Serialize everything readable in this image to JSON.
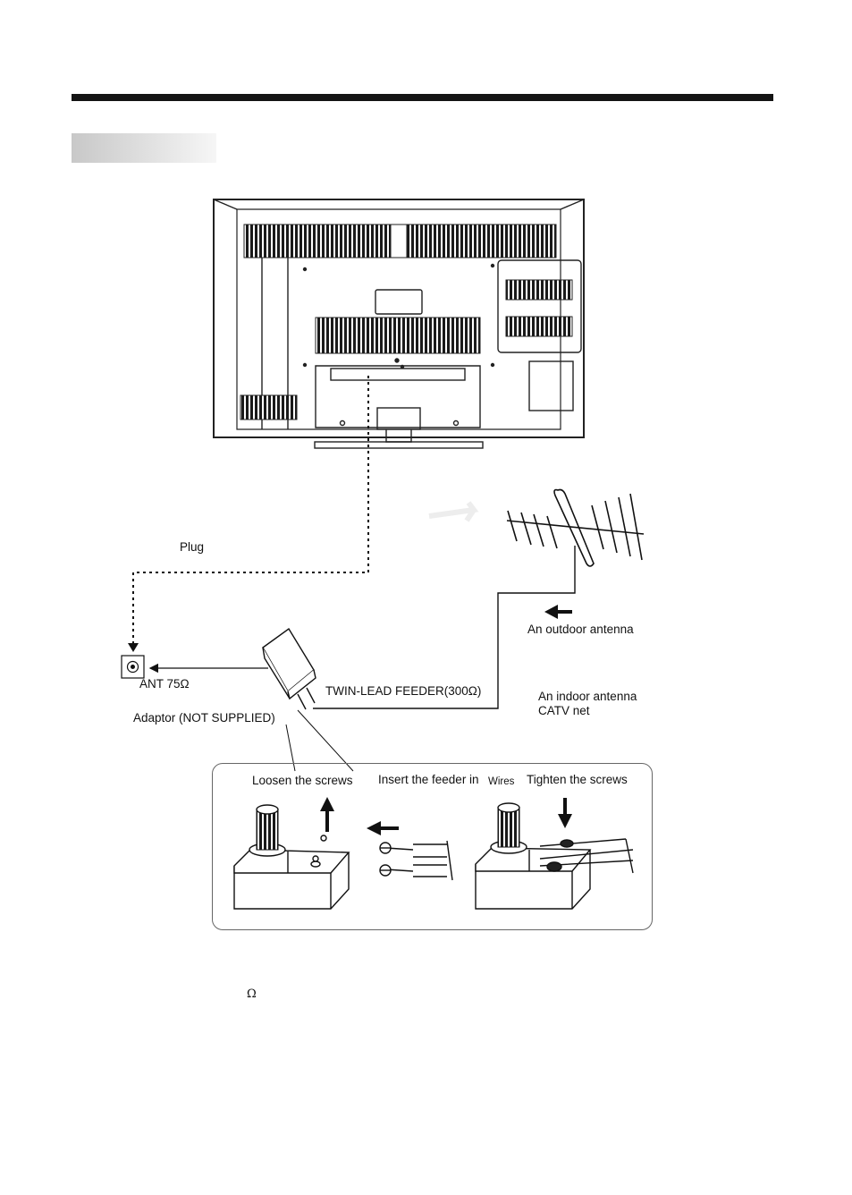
{
  "labels": {
    "plug": "Plug",
    "outdoor_antenna": "An outdoor antenna",
    "ant_75": "ANT 75Ω",
    "twin_lead_feeder": "TWIN-LEAD FEEDER(300Ω)",
    "indoor_antenna": "An indoor antenna",
    "catv_net": "CATV net",
    "adaptor": "Adaptor  (NOT SUPPLIED)",
    "loosen_screws": "Loosen the screws",
    "insert_feeder": "Insert the feeder in",
    "wires": "Wires",
    "tighten_screws": "Tighten the screws",
    "omega_note": "Ω"
  }
}
